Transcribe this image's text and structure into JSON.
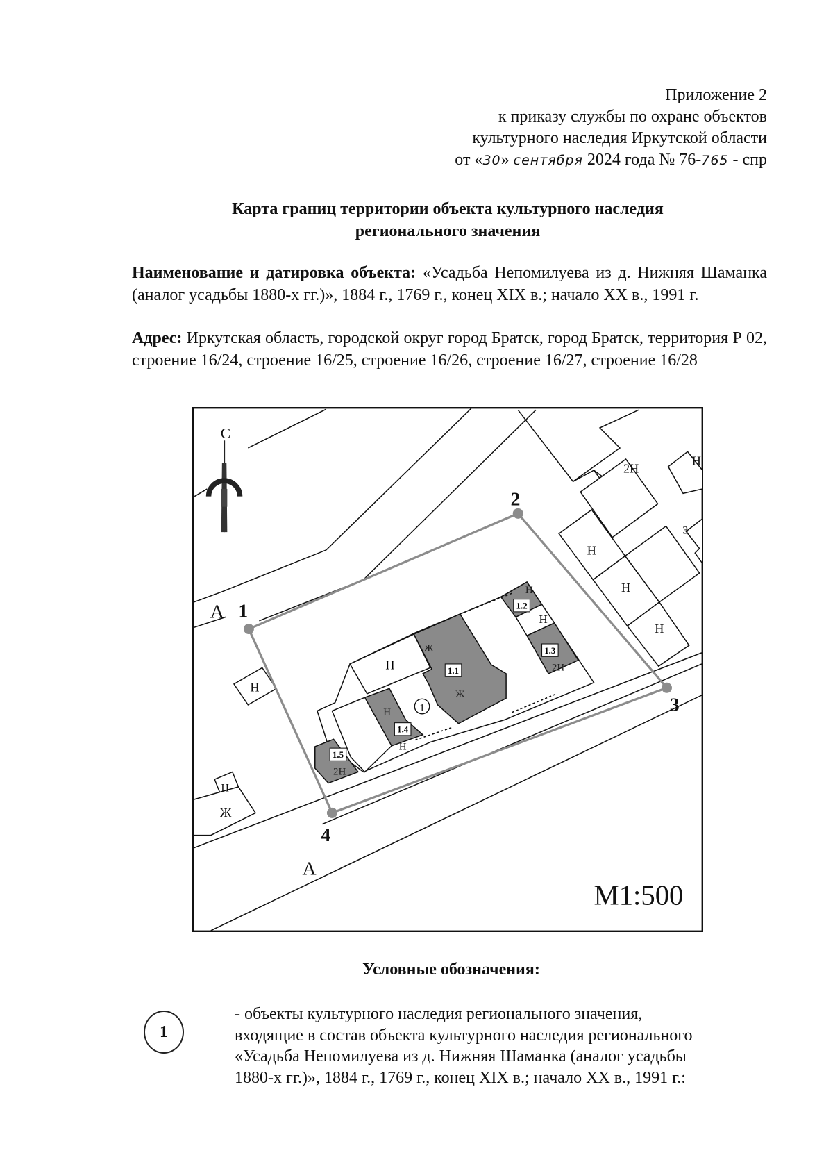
{
  "header": {
    "line1": "Приложение 2",
    "line2": "к приказу службы по охране объектов",
    "line3": "культурного наследия Иркутской области",
    "date_prefix": "от «",
    "day": "30",
    "day_close": "»",
    "month": "сентября",
    "year_text": "2024 года № 76-",
    "number": "765",
    "suffix": "- спр"
  },
  "title": {
    "line1": "Карта границ территории объекта культурного наследия",
    "line2": "регионального значения"
  },
  "object": {
    "label": "Наименование и датировка объекта:",
    "value": "«Усадьба Непомилуева из д. Нижняя Шаманка (аналог усадьбы 1880-х гг.)», 1884 г., 1769 г., конец XIX в.; начало XX в., 1991 г."
  },
  "address": {
    "label": "Адрес:",
    "value": "Иркутская область, городской округ город Братск, город Братск, территория Р 02, строение 16/24, строение 16/25, строение 16/26, строение 16/27, строение 16/28"
  },
  "map": {
    "north_label": "С",
    "scale": "М1:500",
    "street_label": "А",
    "boundary_color": "#8c8c8c",
    "heritage_fill": "#8a8a8a",
    "points": [
      {
        "id": "1",
        "label": "1"
      },
      {
        "id": "2",
        "label": "2"
      },
      {
        "id": "3",
        "label": "3"
      },
      {
        "id": "4",
        "label": "4"
      }
    ],
    "object_marker": "1",
    "heritage_buildings": [
      {
        "code": "1.1",
        "type": "Ж"
      },
      {
        "code": "1.2",
        "type": "Н"
      },
      {
        "code": "1.3",
        "type": "2Н"
      },
      {
        "code": "1.4",
        "type": "Н"
      },
      {
        "code": "1.5",
        "type": "2Н"
      }
    ],
    "other_labels": {
      "n": "Н",
      "two_n": "2Н",
      "zh": "Ж",
      "three": "3",
      "h": "Н"
    }
  },
  "legend": {
    "title": "Условные обозначения:",
    "items": [
      {
        "symbol": "1",
        "text_lines": [
          "- объекты культурного наследия регионального значения,",
          "входящие в состав объекта культурного наследия регионального",
          "«Усадьба Непомилуева из д. Нижняя Шаманка (аналог усадьбы",
          "1880-х гг.)», 1884 г., 1769 г., конец XIX в.; начало XX в., 1991 г.:"
        ]
      }
    ]
  }
}
